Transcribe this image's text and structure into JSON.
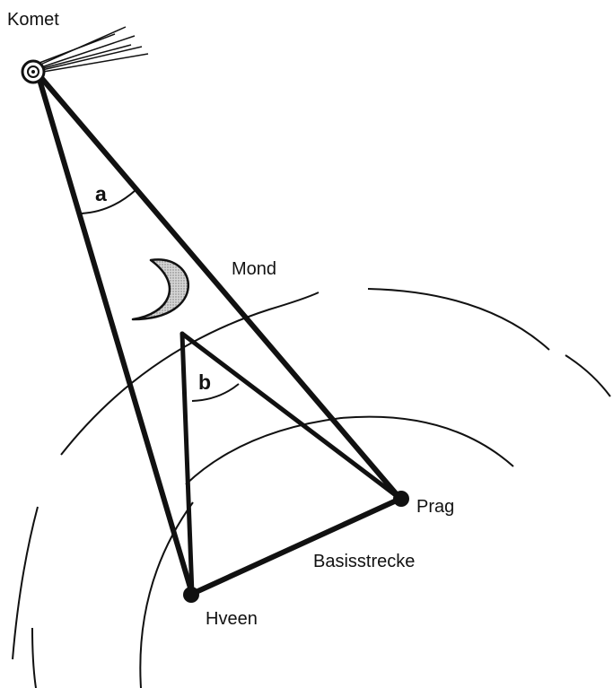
{
  "labels": {
    "comet": "Komet",
    "moon": "Mond",
    "angle_a": "a",
    "angle_b": "b",
    "prague": "Prag",
    "hveen": "Hveen",
    "baseline": "Basisstrecke"
  },
  "colors": {
    "line": "#111111",
    "moon_fill": "#c8c8c8",
    "background": "#ffffff"
  },
  "icons": {
    "comet": "comet-icon",
    "moon": "crescent-moon-icon"
  }
}
